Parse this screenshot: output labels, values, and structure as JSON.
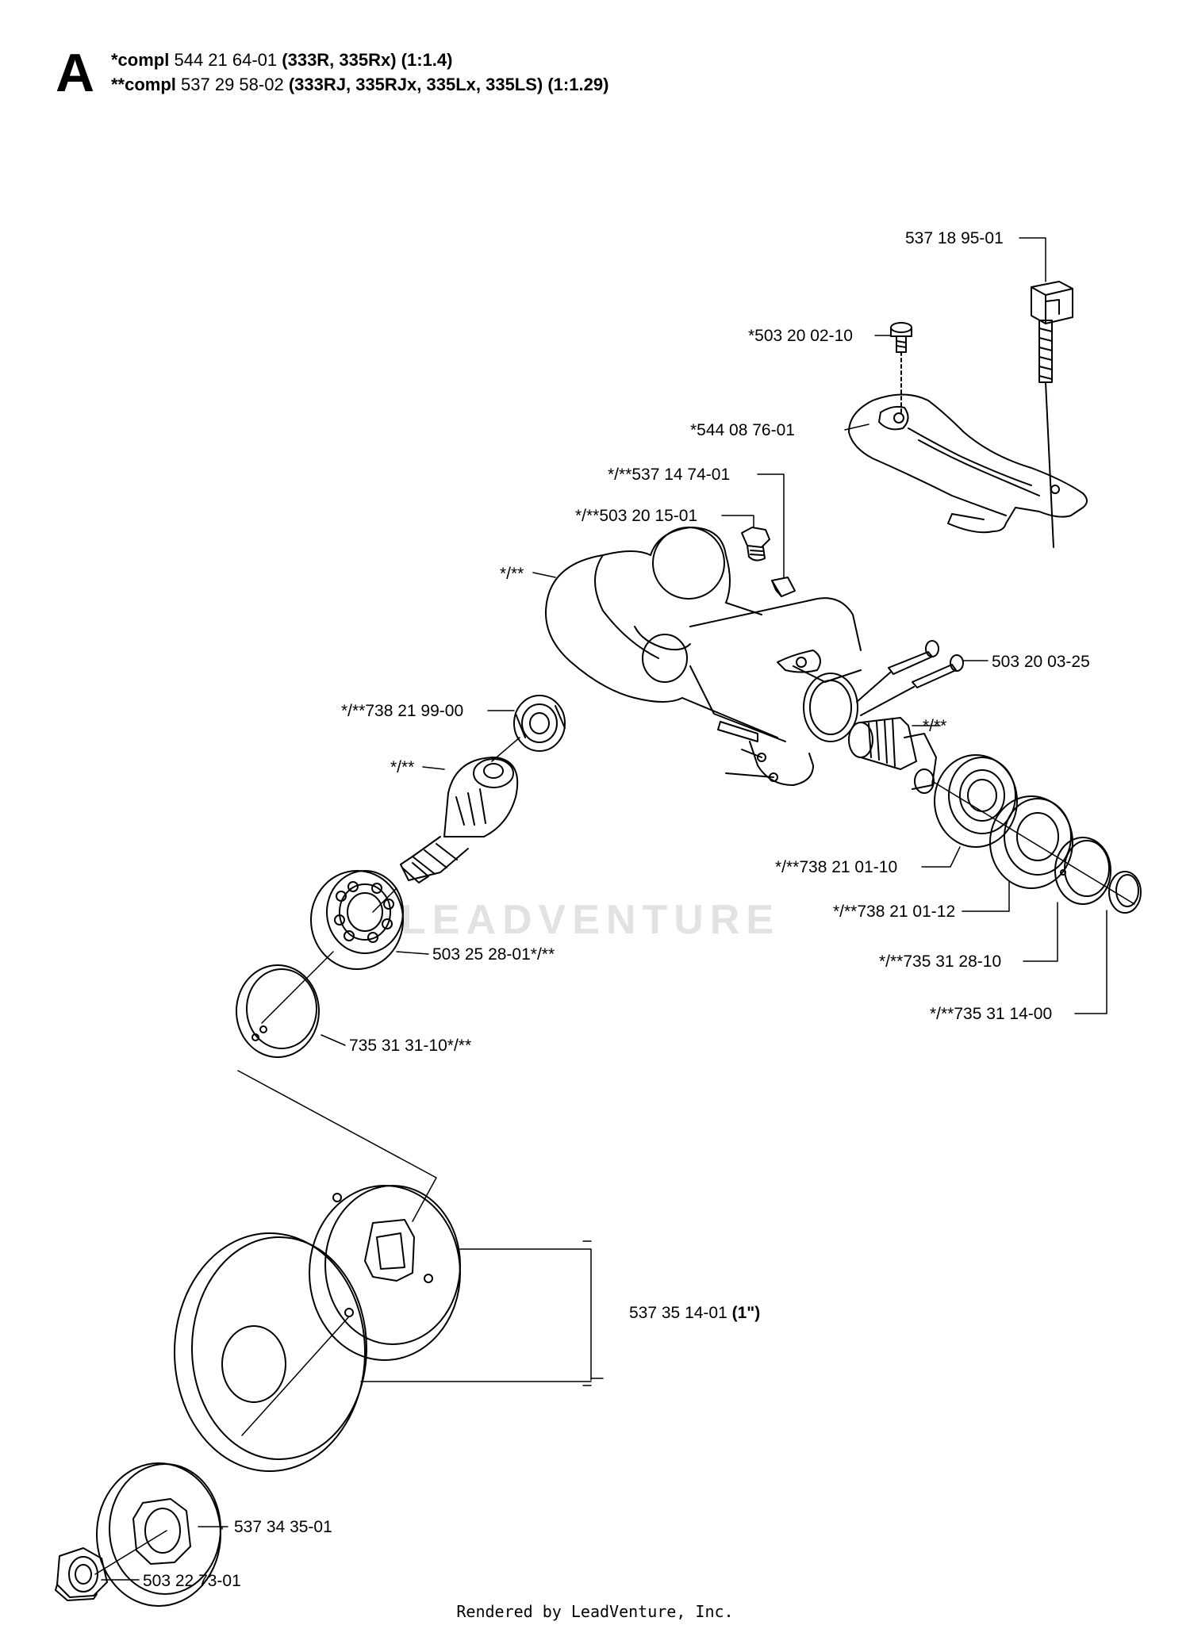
{
  "header": {
    "section_letter": "A",
    "line1": {
      "prefix": "*compl",
      "part": " 544 21 64-01 ",
      "models": "(333R, 335Rx) (1:1.4)"
    },
    "line2": {
      "prefix": "**compl",
      "part": " 537 29 58-02 ",
      "models": "(333RJ, 335RJx, 335Lx, 335LS) (1:1.29)"
    }
  },
  "labels": {
    "l01": "537 18 95-01",
    "l02": "*503 20 02-10",
    "l03": "*544 08 76-01",
    "l04": "*/**537 14 74-01",
    "l05": "*/**503 20 15-01",
    "l06": "*/**",
    "l07": "503 20 03-25",
    "l08": "*/**738 21 99-00",
    "l09": "*/**",
    "l10": "*/**",
    "l11": "*/**738 21 01-10",
    "l12": "*/**738 21 01-12",
    "l13": "503 25 28-01*/**",
    "l14": "*/**735 31 28-10",
    "l15": "*/**735 31 14-00",
    "l16": "735 31 31-10*/**",
    "l17_part": "537 35 14-01 ",
    "l17_size": "(1\")",
    "l18": "537 34 35-01",
    "l19": "503 22 73-01"
  },
  "watermark": "LEADVENTURE",
  "footer": "Rendered by LeadVenture, Inc."
}
